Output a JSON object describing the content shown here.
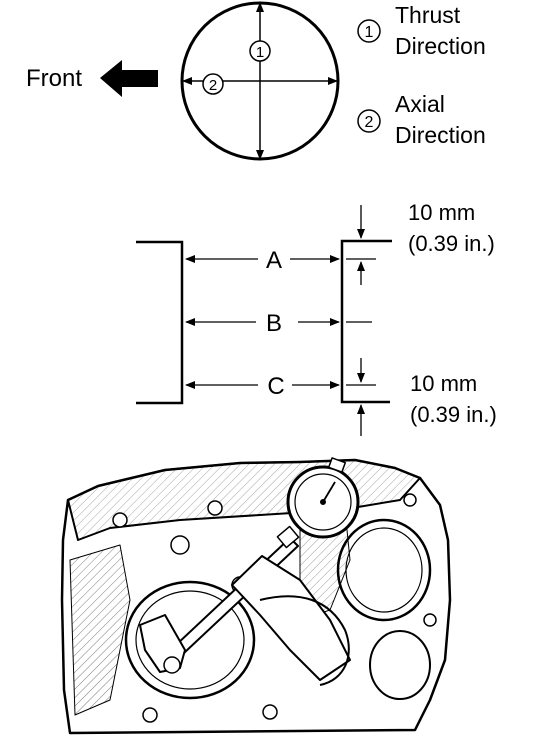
{
  "top_diagram": {
    "front_label": "Front",
    "marker_1": "1",
    "marker_2": "2",
    "legend": [
      {
        "number": "1",
        "line1": "Thrust",
        "line2": "Direction"
      },
      {
        "number": "2",
        "line1": "Axial",
        "line2": "Direction"
      }
    ]
  },
  "cylinder_diagram": {
    "positions": [
      "A",
      "B",
      "C"
    ],
    "top_offset": {
      "value": "10 mm",
      "imperial": "(0.39 in.)"
    },
    "bottom_offset": {
      "value": "10 mm",
      "imperial": "(0.39 in.)"
    }
  },
  "colors": {
    "ink": "#000000",
    "background": "#ffffff"
  }
}
